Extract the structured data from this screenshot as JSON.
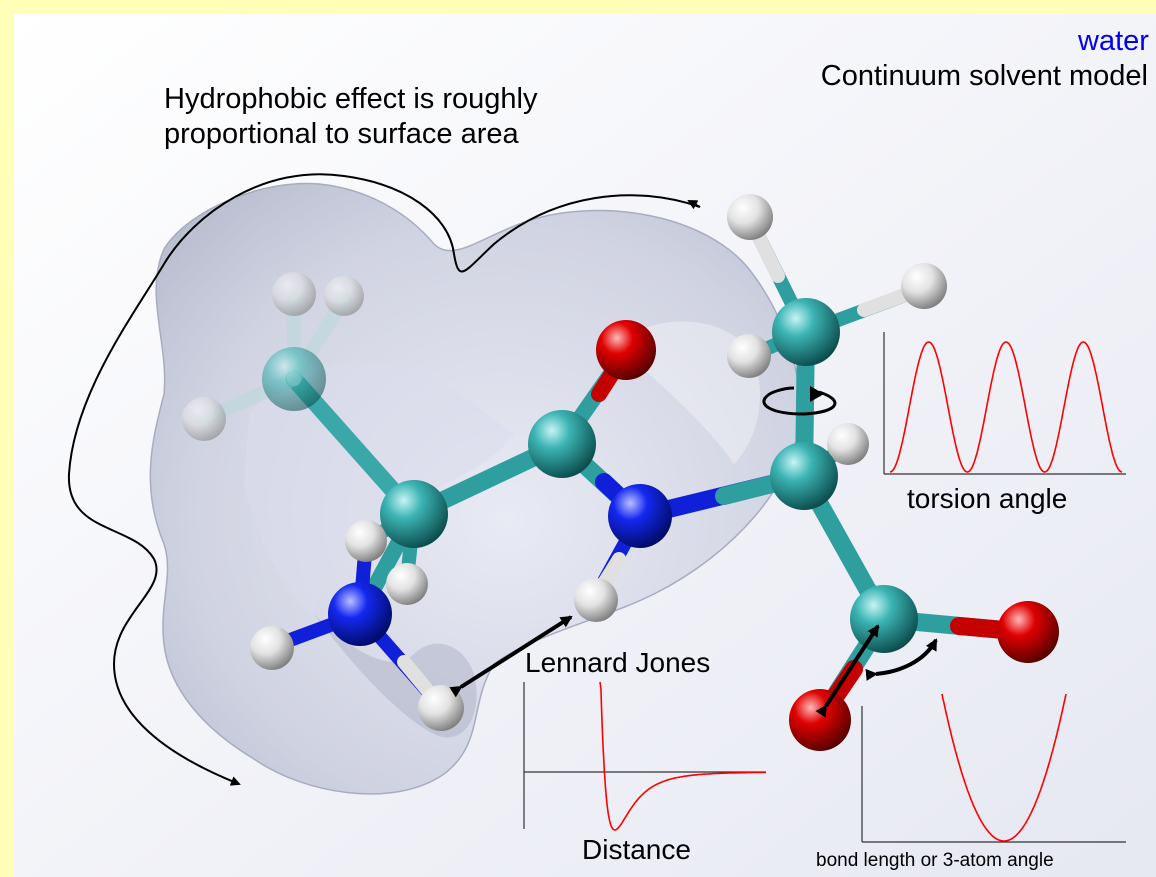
{
  "labels": {
    "water": "water",
    "continuum": "Continuum solvent model",
    "hydrophobic_line1": "Hydrophobic effect is roughly",
    "hydrophobic_line2": "proportional to surface area",
    "lennard_jones": "Lennard Jones",
    "distance": "Distance",
    "torsion_angle": "torsion angle",
    "bond_length": "bond length or 3-atom angle"
  },
  "colors": {
    "frame": "#ffffb8",
    "water_text": "#0000ee",
    "curve": "#ff0000",
    "carbon": "#2a9c9c",
    "nitrogen": "#0a1aee",
    "oxygen": "#d40000",
    "hydrogen": "#eeeeee",
    "surface": "#b8bcd0"
  }
}
